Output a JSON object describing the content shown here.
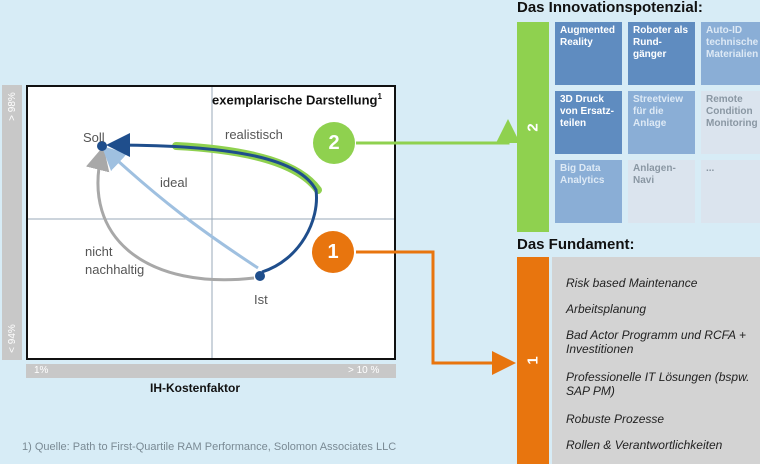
{
  "diagram": {
    "title": "exemplarische Darstellung",
    "title_superscript": "1",
    "y_axis_top": "> 98%",
    "y_axis_bottom": "< 94%",
    "x_axis_left": "1%",
    "x_axis_right": "> 10 %",
    "x_axis_label": "IH-Kostenfaktor",
    "points": {
      "soll": "Soll",
      "ist": "Ist"
    },
    "paths": {
      "realistic": "realistisch",
      "ideal": "ideal",
      "not_sustainable_line1": "nicht",
      "not_sustainable_line2": "nachhaltig"
    },
    "badges": {
      "two": "2",
      "one": "1"
    }
  },
  "footnote": "1) Quelle: Path to First-Quartile RAM Performance, Solomon Associates LLC",
  "innovation": {
    "title": "Das Innovationspotenzial:",
    "bar_number": "2",
    "tiles": [
      {
        "text": "Augmented Reality",
        "style": "dark"
      },
      {
        "text": "Roboter als Rund-gänger",
        "style": "dark"
      },
      {
        "text": "Auto-ID technische Materialien",
        "style": "mid"
      },
      {
        "text": "3D Druck von Ersatz-teilen",
        "style": "dark"
      },
      {
        "text": "Streetview für die Anlage",
        "style": "mid"
      },
      {
        "text": "Remote Condition Monitoring",
        "style": "light"
      },
      {
        "text": "Big Data Analytics",
        "style": "mid"
      },
      {
        "text": "Anlagen-Navi",
        "style": "light"
      },
      {
        "text": "...",
        "style": "light"
      }
    ]
  },
  "foundation": {
    "title": "Das Fundament:",
    "bar_number": "1",
    "items": [
      "Risk based Maintenance",
      "Arbeitsplanung",
      "Bad Actor Programm und RCFA + Investitionen",
      "Professionelle IT  Lösungen (bspw. SAP PM)",
      "Robuste Prozesse",
      "Rollen & Verantwortlichkeiten"
    ]
  },
  "colors": {
    "green": "#8fd14f",
    "orange": "#e8750e",
    "navy": "#1f4e8c",
    "lightblue": "#9fc0e0",
    "gray": "#a8a8a8"
  }
}
